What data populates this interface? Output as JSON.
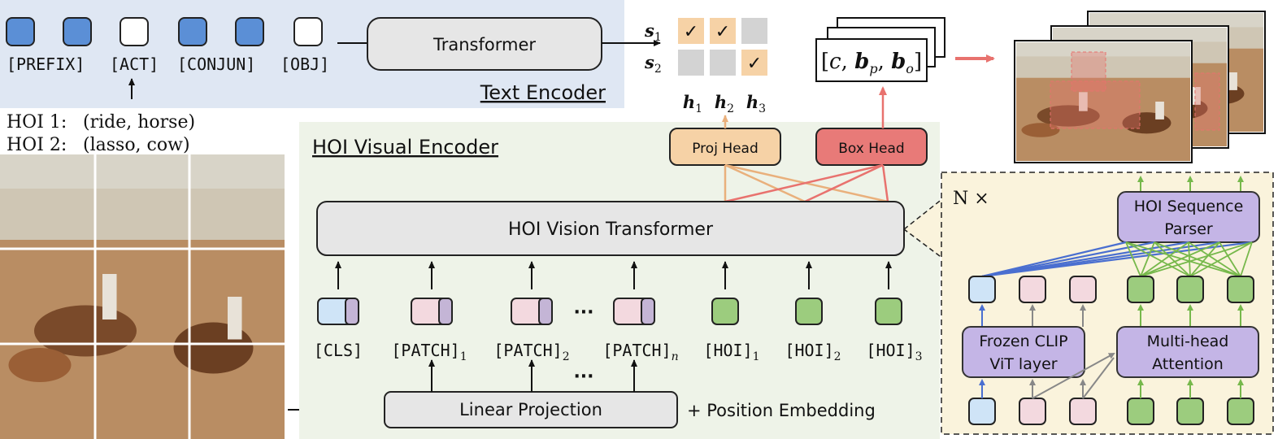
{
  "text_encoder": {
    "title": "Text Encoder",
    "transformer_label": "Transformer",
    "tokens": [
      {
        "label": "[PREFIX]",
        "color": "#5b8fd6"
      },
      {
        "label": "[ACT]",
        "color": "#5b8fd6"
      },
      {
        "label": "[CONJUN]",
        "color": "#ffffff"
      },
      {
        "label": "[OBJ]",
        "color": "#5b8fd6"
      }
    ],
    "token_squares": [
      "#5b8fd6",
      "#5b8fd6",
      "#ffffff",
      "#5b8fd6",
      "#5b8fd6",
      "#ffffff"
    ]
  },
  "hoi_examples": [
    {
      "label": "HOI 1:",
      "value": "(ride, horse)"
    },
    {
      "label": "HOI 2:",
      "value": "(lasso, cow)"
    }
  ],
  "similarity": {
    "rows": [
      "s",
      "s"
    ],
    "row_subs": [
      "1",
      "2"
    ],
    "cols": [
      "h",
      "h",
      "h"
    ],
    "col_subs": [
      "1",
      "2",
      "3"
    ],
    "matrix": [
      [
        true,
        true,
        false
      ],
      [
        false,
        false,
        true
      ]
    ],
    "checkmark": "✓",
    "match_color": "#f6d2a6",
    "nomatch_color": "#d3d3d3"
  },
  "box_output": {
    "open": "[",
    "c": "c",
    "comma1": ", ",
    "bp_main": "b",
    "bp_sub": "p",
    "comma2": ", ",
    "bo_main": "b",
    "bo_sub": "o",
    "close": "]"
  },
  "visual_encoder": {
    "title": "HOI Visual Encoder",
    "vit_label": "HOI Vision Transformer",
    "proj_head": "Proj Head",
    "box_head": "Box Head",
    "proj_color": "#f6d2a6",
    "box_color": "#e87a78",
    "linear_projection": "Linear Projection",
    "position_embedding": "+ Position Embedding",
    "ellipsis": "···",
    "token_labels": [
      {
        "main": "[CLS]",
        "sub": ""
      },
      {
        "main": "[PATCH]",
        "sub": "1"
      },
      {
        "main": "[PATCH]",
        "sub": "2"
      },
      {
        "main": "[PATCH]",
        "sub": "n"
      },
      {
        "main": "[HOI]",
        "sub": "1"
      },
      {
        "main": "[HOI]",
        "sub": "2"
      },
      {
        "main": "[HOI]",
        "sub": "3"
      }
    ]
  },
  "layer_detail": {
    "repeat": "N ×",
    "parser": [
      "HOI Sequence",
      "Parser"
    ],
    "frozen": [
      "Frozen CLIP",
      "ViT layer"
    ],
    "attention": [
      "Multi-head",
      "Attention"
    ]
  },
  "colors": {
    "text_encoder_bg": "#dfe7f3",
    "visual_encoder_bg": "#eef3e8",
    "layer_bg": "#faf3dc",
    "cls_token": "#cfe4f7",
    "patch_token": "#f3d9df",
    "patch_accent": "#c4b5d6",
    "hoi_token": "#9ccc7e",
    "purple_block": "#c4b5e6",
    "arrow_red": "#e8726e",
    "arrow_orange": "#e9b07c",
    "line_blue": "#4a6fd0",
    "line_green": "#76b84b"
  }
}
